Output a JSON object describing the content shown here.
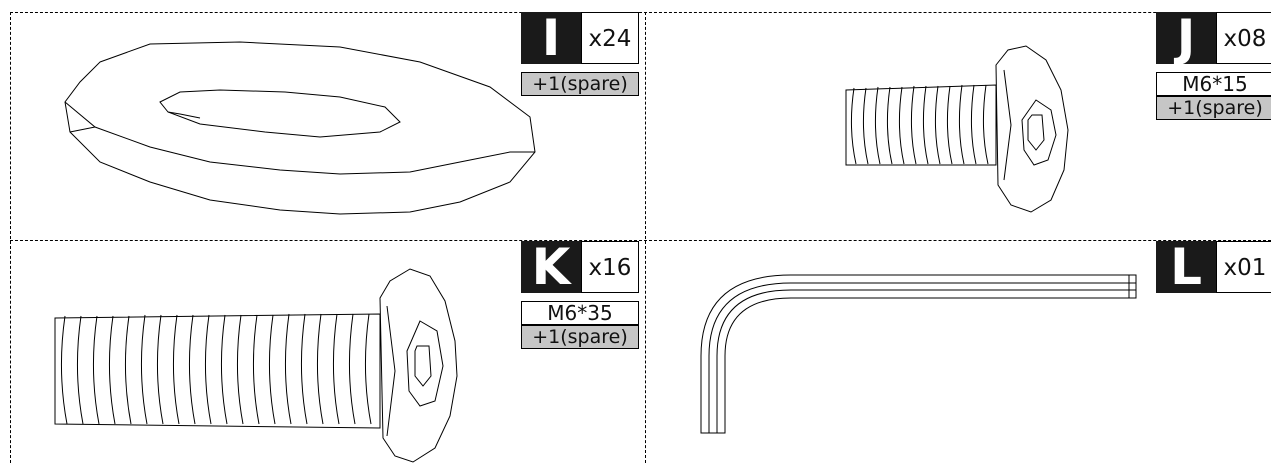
{
  "parts": [
    {
      "letter": "I",
      "quantity": "x24",
      "size": "",
      "spare": "+1(spare)",
      "item": "washer"
    },
    {
      "letter": "J",
      "quantity": "x08",
      "size": "M6*15",
      "spare": "+1(spare)",
      "item": "short-bolt"
    },
    {
      "letter": "K",
      "quantity": "x16",
      "size": "M6*35",
      "spare": "+1(spare)",
      "item": "long-bolt"
    },
    {
      "letter": "L",
      "quantity": "x01",
      "size": "",
      "spare": "",
      "item": "allen-key"
    }
  ]
}
